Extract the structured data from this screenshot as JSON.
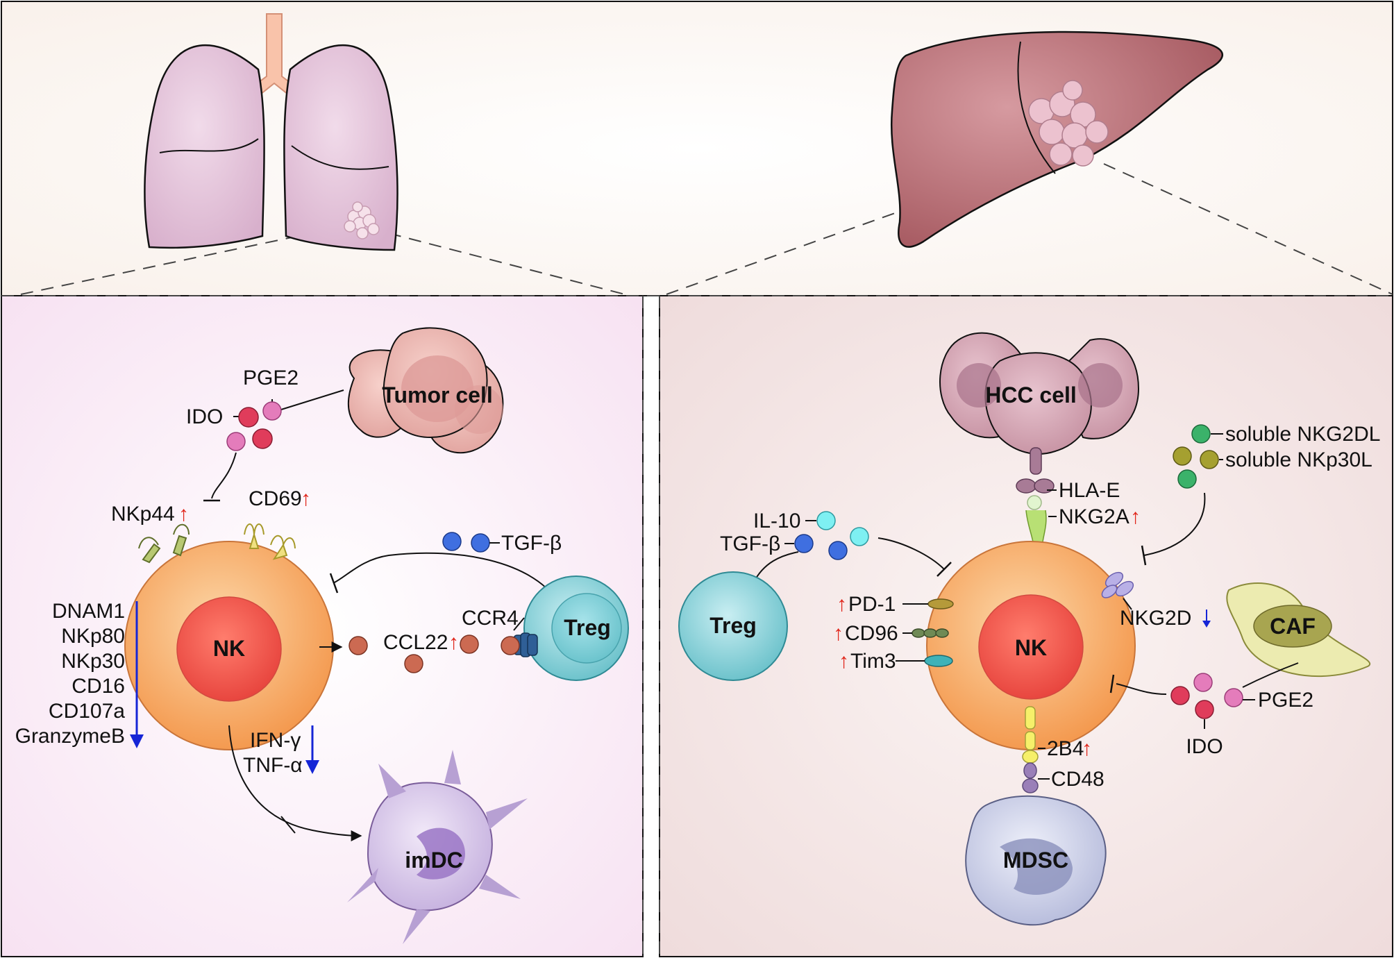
{
  "colors": {
    "nk_body": "#f7a660",
    "nk_nucleus": "#f0554e",
    "treg": "#7fcbd3",
    "lung": "#e8c6df",
    "liver": "#b76a72",
    "up_arrow": "#e0261b",
    "down_arrow": "#1525d6"
  },
  "left_panel": {
    "tumor_cell": "Tumor cell",
    "pge2": "PGE2",
    "ido": "IDO",
    "nkp44": "NKp44",
    "cd69": "CD69",
    "tgf_beta": "TGF-β",
    "ccr4": "CCR4",
    "ccl22": "CCL22",
    "treg": "Treg",
    "nk": "NK",
    "down_list": [
      "DNAM1",
      "NKp80",
      "NKp30",
      "CD16",
      "CD107a",
      "GranzymeB"
    ],
    "ifn_gamma": "IFN-γ",
    "tnf_alpha": "TNF-α",
    "imdc": "imDC"
  },
  "right_panel": {
    "hcc_cell": "HCC cell",
    "hla_e": "HLA-E",
    "nkg2a": "NKG2A",
    "soluble_nkg2dl": "soluble NKG2DL",
    "soluble_nkp30l": "soluble NKp30L",
    "il10": "IL-10",
    "tgf_beta": "TGF-β",
    "treg": "Treg",
    "pd1": "PD-1",
    "cd96": "CD96",
    "tim3": "Tim3",
    "nk": "NK",
    "nkg2d": "NKG2D",
    "caf": "CAF",
    "pge2": "PGE2",
    "ido": "IDO",
    "b4": "2B4",
    "cd48": "CD48",
    "mdsc": "MDSC"
  }
}
